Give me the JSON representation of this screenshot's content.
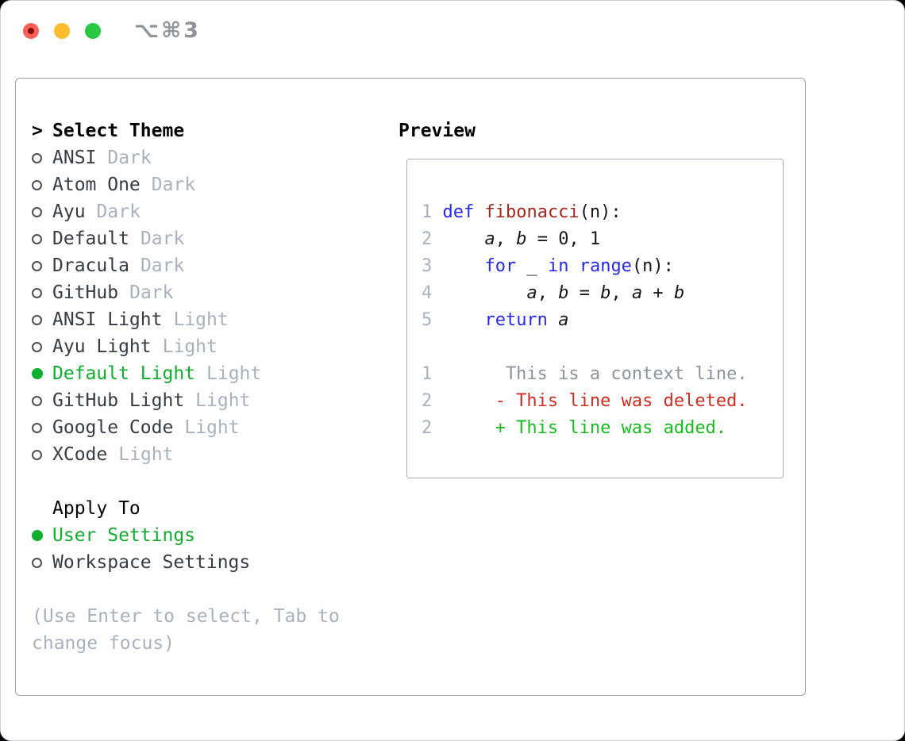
{
  "window": {
    "title": "⌥⌘3"
  },
  "colors": {
    "selected_green": "#0fae2f",
    "keyword_blue": "#2628ee",
    "function_red": "#a3271d",
    "diff_deleted_red": "#cf2d1f",
    "diff_added_green": "#17bd1e",
    "context_gray": "#8d939d",
    "item_text": "#363b44",
    "muted_gray": "#a9b1bd",
    "traffic_red": "#ff5f57",
    "traffic_yellow": "#febc2e",
    "traffic_green": "#28c840"
  },
  "select_theme": {
    "prefix": ">",
    "header": "Select Theme",
    "items": [
      {
        "name": "ANSI",
        "variant": "Dark",
        "selected": false
      },
      {
        "name": "Atom One",
        "variant": "Dark",
        "selected": false
      },
      {
        "name": "Ayu",
        "variant": "Dark",
        "selected": false
      },
      {
        "name": "Default",
        "variant": "Dark",
        "selected": false
      },
      {
        "name": "Dracula",
        "variant": "Dark",
        "selected": false
      },
      {
        "name": "GitHub",
        "variant": "Dark",
        "selected": false
      },
      {
        "name": "ANSI Light",
        "variant": "Light",
        "selected": false
      },
      {
        "name": "Ayu Light",
        "variant": "Light",
        "selected": false
      },
      {
        "name": "Default Light",
        "variant": "Light",
        "selected": true
      },
      {
        "name": "GitHub Light",
        "variant": "Light",
        "selected": false
      },
      {
        "name": "Google Code",
        "variant": "Light",
        "selected": false
      },
      {
        "name": "XCode",
        "variant": "Light",
        "selected": false
      }
    ]
  },
  "apply_to": {
    "header": "Apply To",
    "options": [
      {
        "label": "User Settings",
        "selected": true
      },
      {
        "label": "Workspace Settings",
        "selected": false
      }
    ]
  },
  "hint_lines": [
    "(Use Enter to select, Tab to",
    "change focus)"
  ],
  "preview": {
    "header": "Preview",
    "lines": [
      {
        "num": "1",
        "tokens": [
          {
            "t": "def",
            "s": "kw"
          },
          {
            "t": " ",
            "s": "pl"
          },
          {
            "t": "fibonacci",
            "s": "fn"
          },
          {
            "t": "(n):",
            "s": "pl"
          }
        ]
      },
      {
        "num": "2",
        "tokens": [
          {
            "t": "    ",
            "s": "pl"
          },
          {
            "t": "a",
            "s": "var"
          },
          {
            "t": ", ",
            "s": "pl"
          },
          {
            "t": "b",
            "s": "var"
          },
          {
            "t": " = 0, 1",
            "s": "pl"
          }
        ]
      },
      {
        "num": "3",
        "tokens": [
          {
            "t": "    ",
            "s": "pl"
          },
          {
            "t": "for",
            "s": "kw"
          },
          {
            "t": " _ ",
            "s": "pl"
          },
          {
            "t": "in",
            "s": "kw"
          },
          {
            "t": " ",
            "s": "pl"
          },
          {
            "t": "range",
            "s": "kw"
          },
          {
            "t": "(n):",
            "s": "pl"
          }
        ]
      },
      {
        "num": "4",
        "tokens": [
          {
            "t": "        ",
            "s": "pl"
          },
          {
            "t": "a",
            "s": "var"
          },
          {
            "t": ", ",
            "s": "pl"
          },
          {
            "t": "b",
            "s": "var"
          },
          {
            "t": " = ",
            "s": "pl"
          },
          {
            "t": "b",
            "s": "var"
          },
          {
            "t": ", ",
            "s": "pl"
          },
          {
            "t": "a",
            "s": "var"
          },
          {
            "t": " + ",
            "s": "pl"
          },
          {
            "t": "b",
            "s": "var"
          }
        ]
      },
      {
        "num": "5",
        "tokens": [
          {
            "t": "    ",
            "s": "pl"
          },
          {
            "t": "return",
            "s": "kw"
          },
          {
            "t": " ",
            "s": "pl"
          },
          {
            "t": "a",
            "s": "var"
          }
        ]
      },
      {
        "num": "",
        "tokens": []
      },
      {
        "num": "1",
        "tokens": [
          {
            "t": "      This is a context line.",
            "s": "ctx"
          }
        ]
      },
      {
        "num": "2",
        "tokens": [
          {
            "t": "     - This line was deleted.",
            "s": "del"
          }
        ]
      },
      {
        "num": "2",
        "tokens": [
          {
            "t": "     + This line was added.",
            "s": "add"
          }
        ]
      }
    ]
  }
}
